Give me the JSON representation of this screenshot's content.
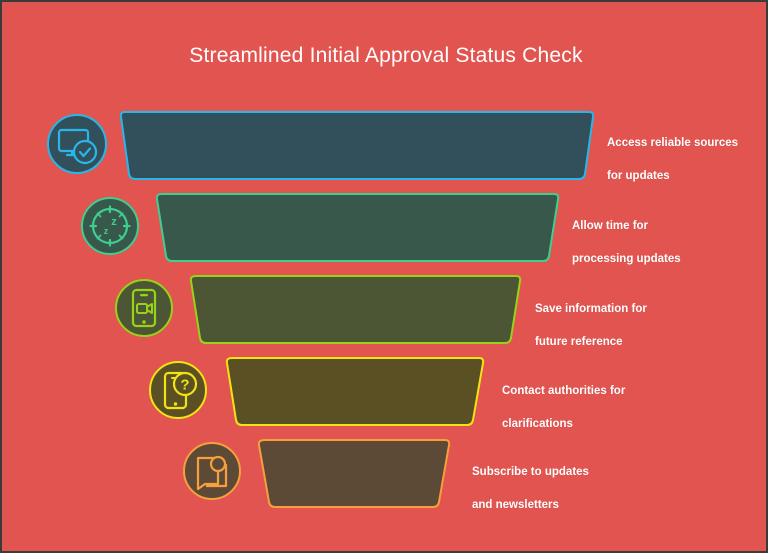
{
  "chart_data": {
    "type": "bar",
    "title": "Streamlined Initial Approval Status Check",
    "subtype": "funnel",
    "xlabel": "",
    "ylabel": "",
    "categories": [
      "Access reliable sources for updates",
      "Allow time for processing updates",
      "Save information for future reference",
      "Contact authorities for clarifications",
      "Subscribe to updates and newsletters"
    ],
    "values": [
      100,
      82,
      66,
      50,
      37
    ],
    "legend_position": "right",
    "grid": false,
    "notes": "Five-stage descending funnel; each stage is a rounded trapezoid narrowing toward the bottom, paired with a circular outline icon on the left and a bold white two-line caption on the right."
  },
  "background": {
    "color": "#e25450",
    "border_color": "#3b3b3b"
  },
  "header": {
    "title": "Streamlined Initial Approval Status Check",
    "title_color": "#ffffff"
  },
  "funnel": {
    "stages": [
      {
        "index": 1,
        "label_line1": "Access reliable sources",
        "label_line2": "for updates",
        "label": "Access reliable sources for updates",
        "fill": "#32505c",
        "stroke": "#29b6e8",
        "icon": "monitor-check-icon",
        "width_value": 100
      },
      {
        "index": 2,
        "label_line1": "Allow time for",
        "label_line2": "processing updates",
        "label": "Allow time for processing updates",
        "fill": "#38584c",
        "stroke": "#3ecf8e",
        "icon": "clock-sleep-icon",
        "width_value": 82
      },
      {
        "index": 3,
        "label_line1": "Save information for",
        "label_line2": "future reference",
        "label": "Save information for future reference",
        "fill": "#4c5534",
        "stroke": "#97d318",
        "icon": "phone-video-icon",
        "width_value": 66
      },
      {
        "index": 4,
        "label_line1": "Contact authorities for",
        "label_line2": "clarifications",
        "label": "Contact authorities for clarifications",
        "fill": "#5a5024",
        "stroke": "#f2e410",
        "icon": "phone-question-icon",
        "width_value": 50
      },
      {
        "index": 5,
        "label_line1": "Subscribe to updates",
        "label_line2": "and newsletters",
        "label": "Subscribe to updates and newsletters",
        "fill": "#5c4a37",
        "stroke": "#f5a03c",
        "icon": "document-photo-icon",
        "width_value": 37
      }
    ]
  },
  "icons": {
    "items": [
      {
        "name": "monitor-check-icon",
        "stroke": "#29b6e8",
        "fill": "#32505c"
      },
      {
        "name": "clock-sleep-icon",
        "stroke": "#3ecf8e",
        "fill": "#38584c"
      },
      {
        "name": "phone-video-icon",
        "stroke": "#97d318",
        "fill": "#4c5534"
      },
      {
        "name": "phone-question-icon",
        "stroke": "#f2e410",
        "fill": "#5a5024"
      },
      {
        "name": "document-photo-icon",
        "stroke": "#f5a03c",
        "fill": "#5c4a37"
      }
    ]
  }
}
